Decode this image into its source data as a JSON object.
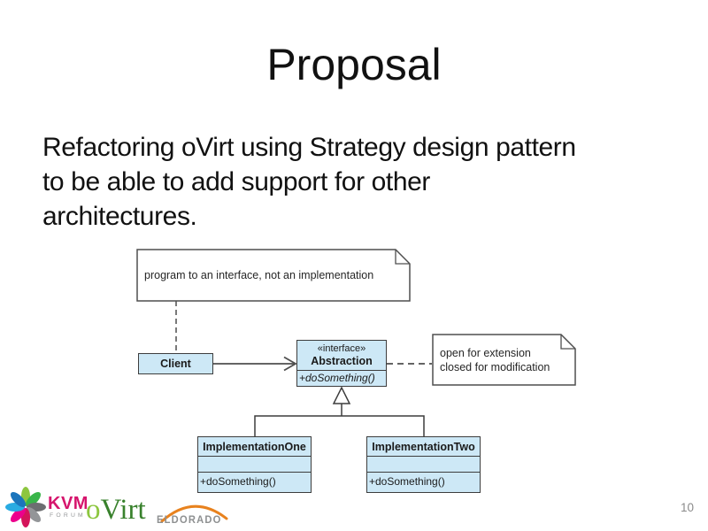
{
  "slide": {
    "title": "Proposal",
    "body_lines": [
      "Refactoring oVirt using Strategy design pattern",
      "to be able to add support for other",
      "architectures."
    ],
    "page_number": "10"
  },
  "diagram": {
    "note_interface_text": "program to an interface, not an implementation",
    "note_open_closed": {
      "line1": "open for extension",
      "line2": "closed for modification"
    },
    "client_class": {
      "name": "Client"
    },
    "abstraction_class": {
      "stereotype": "«interface»",
      "name": "Abstraction",
      "method": "+doSomething()"
    },
    "implementation_one_class": {
      "name": "ImplementationOne",
      "method": "+doSomething()"
    },
    "implementation_two_class": {
      "name": "ImplementationTwo",
      "method": "+doSomething()"
    },
    "colors": {
      "class_fill": "#cde8f6",
      "class_border": "#3d3d3d",
      "connector": "#4f4f4f",
      "note_fill": "#ffffff"
    }
  },
  "footer_logos": {
    "kvm_forum": {
      "text": "KVM",
      "subtext": "FORUM",
      "text_color": "#d6156d",
      "subtext_color": "#97999b",
      "petal_colors": [
        "#8dc63f",
        "#39b54a",
        "#6d6e71",
        "#939598",
        "#d4145a",
        "#ec008c",
        "#29abe2",
        "#1b75bc"
      ]
    },
    "ovirt": {
      "prefix": "o",
      "rest": "Virt",
      "prefix_color": "#8cc63e",
      "rest_color": "#38812c"
    },
    "eldorado": {
      "text": "ELDORADO",
      "text_color": "#8e9091",
      "arc_color": "#e8821e"
    }
  }
}
